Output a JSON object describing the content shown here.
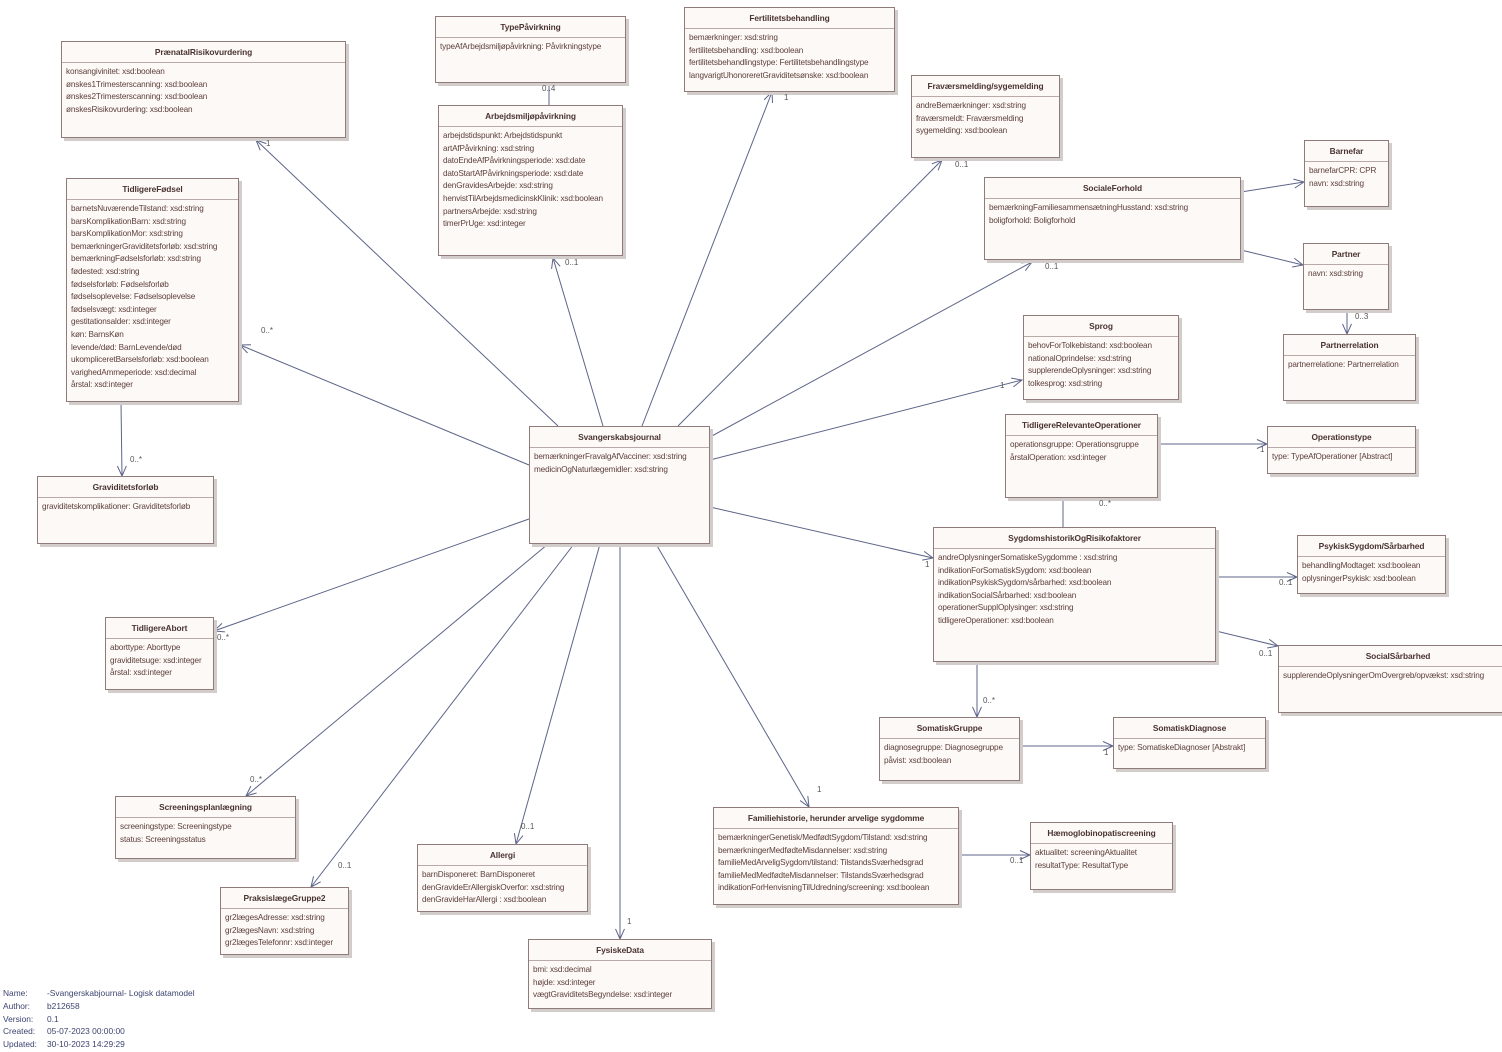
{
  "classes": [
    {
      "id": "praenatal",
      "name": "PrænatalRisikovurdering",
      "attrs": [
        "konsangivinitet: xsd:boolean",
        "ønskes1Trimesterscanning: xsd:boolean",
        "ønskes2Trimesterscanning: xsd:boolean",
        "ønskesRisikovurdering: xsd:boolean"
      ]
    },
    {
      "id": "typepaavirkning",
      "name": "TypePåvirkning",
      "attrs": [
        "typeAfArbejdsmiljøpåvirkning: Påvirkningstype"
      ]
    },
    {
      "id": "arbejdsmiljo",
      "name": "Arbejdsmiljøpåvirkning",
      "attrs": [
        "arbejdstidspunkt: Arbejdstidspunkt",
        "artAfPåvirkning: xsd:string",
        "datoEndeAfPåvirkningsperiode: xsd:date",
        "datoStartAfPåvirkningsperiode: xsd:date",
        "denGravidesArbejde: xsd:string",
        "henvistTilArbejdsmedicinskKlinik: xsd:boolean",
        "partnersArbejde: xsd:string",
        "timerPrUge: xsd:integer"
      ]
    },
    {
      "id": "fertilitet",
      "name": "Fertilitetsbehandling",
      "attrs": [
        "bemærkninger: xsd:string",
        "fertilitetsbehandling: xsd:boolean",
        "fertilitetsbehandlingstype: Fertilitetsbehandlingstype",
        "langvarigtUhonoreretGraviditetsønske: xsd:boolean"
      ]
    },
    {
      "id": "fravaer",
      "name": "Fraværsmelding/sygemelding",
      "attrs": [
        "andreBemærkninger: xsd:string",
        "fraværsmeldt: Fraværsmelding",
        "sygemelding: xsd:boolean"
      ]
    },
    {
      "id": "barnefar",
      "name": "Barnefar",
      "attrs": [
        "barnefarCPR: CPR",
        "navn: xsd:string"
      ]
    },
    {
      "id": "sociale",
      "name": "SocialeForhold",
      "attrs": [
        "bemærkningFamiliesammensætningHusstand: xsd:string",
        "boligforhold: Boligforhold"
      ]
    },
    {
      "id": "partner",
      "name": "Partner",
      "attrs": [
        "navn: xsd:string"
      ]
    },
    {
      "id": "partnerrelation",
      "name": "Partnerrelation",
      "attrs": [
        "partnerrelatione: Partnerrelation"
      ]
    },
    {
      "id": "sprog",
      "name": "Sprog",
      "attrs": [
        "behovForTolkebistand: xsd:boolean",
        "nationalOprindelse: xsd:string",
        "supplerendeOplysninger: xsd:string",
        "tolkesprog: xsd:string"
      ]
    },
    {
      "id": "tidligerefodsel",
      "name": "TidligereFødsel",
      "attrs": [
        "barnetsNuværendeTilstand: xsd:string",
        "barsKomplikationBarn: xsd:string",
        "barsKomplikationMor: xsd:string",
        "bemærkningerGraviditetsforløb: xsd:string",
        "bemærkningFødselsforløb: xsd:string",
        "fødested: xsd:string",
        "fødselsforløb: Fødselsforløb",
        "fødselsoplevelse: Fødselsoplevelse",
        "fødselsvægt: xsd:integer",
        "gestitationsalder: xsd:integer",
        "køn: BarnsKøn",
        "levende/død: BarnLevende/død",
        "ukompliceretBarselsforløb: xsd:boolean",
        "varighedAmmeperiode: xsd:decimal",
        "årstal: xsd:integer"
      ]
    },
    {
      "id": "graviditetsforlob",
      "name": "Graviditetsforløb",
      "attrs": [
        "graviditetskomplikationer: Graviditetsforløb"
      ]
    },
    {
      "id": "svangerskabsjournal",
      "name": "Svangerskabsjournal",
      "attrs": [
        "bemærkningerFravalgAfVacciner: xsd:string",
        "medicinOgNaturlægemidler: xsd:string"
      ]
    },
    {
      "id": "tidligereoperationer",
      "name": "TidligereRelevanteOperationer",
      "attrs": [
        "operationsgruppe: Operationsgruppe",
        "årstalOperation: xsd:integer"
      ]
    },
    {
      "id": "operationstype",
      "name": "Operationstype",
      "attrs": [
        "type: TypeAfOperationer [Abstract]"
      ]
    },
    {
      "id": "sygdomshistorik",
      "name": "SygdomshistorikOgRisikofaktorer",
      "attrs": [
        "andreOplysningerSomatiskeSygdomme : xsd:string",
        "indikationForSomatiskSygdom: xsd:boolean",
        "indikationPsykiskSygdom/sårbarhed: xsd:boolean",
        "indikationSocialSårbarhed: xsd:boolean",
        "operationerSupplOplysinger: xsd:string",
        "tidligereOperationer: xsd:boolean"
      ]
    },
    {
      "id": "psykisk",
      "name": "PsykiskSygdom/Sårbarhed",
      "attrs": [
        "behandlingModtaget: xsd:boolean",
        "oplysningerPsykisk: xsd:boolean"
      ]
    },
    {
      "id": "socialsaarbarhed",
      "name": "SocialSårbarhed",
      "attrs": [
        "supplerendeOplysningerOmOvergreb/opvækst: xsd:string"
      ]
    },
    {
      "id": "tidligereabort",
      "name": "TidligereAbort",
      "attrs": [
        "aborttype: Aborttype",
        "graviditetsuge: xsd:integer",
        "årstal: xsd:integer"
      ]
    },
    {
      "id": "somatiskgruppe",
      "name": "SomatiskGruppe",
      "attrs": [
        "diagnosegruppe: Diagnosegruppe",
        "påvist: xsd:boolean"
      ]
    },
    {
      "id": "somatiskdiagnose",
      "name": "SomatiskDiagnose",
      "attrs": [
        "type: SomatiskeDiagnoser [Abstrakt]"
      ]
    },
    {
      "id": "screening",
      "name": "Screeningsplanlægning",
      "attrs": [
        "screeningstype: Screeningstype",
        "status: Screeningsstatus"
      ]
    },
    {
      "id": "familiehistorie",
      "name": "Familiehistorie, herunder arvelige sygdomme",
      "attrs": [
        "bemærkningerGenetisk/MedfødtSygdom/Tilstand: xsd:string",
        "bemærkningerMedfødteMisdannelser: xsd:string",
        "familieMedArveligSygdom/tilstand: TilstandsSværhedsgrad",
        "familieMedMedfødteMisdannelser: TilstandsSværhedsgrad",
        "indikationForHenvisningTilUdredning/screening: xsd:boolean"
      ]
    },
    {
      "id": "haemoglobin",
      "name": "Hæmoglobinopatiscreening",
      "attrs": [
        "aktualitet: screeningAktualitet",
        "resultatType: ResultatType"
      ]
    },
    {
      "id": "praksislaege",
      "name": "PraksislægeGruppe2",
      "attrs": [
        "gr2lægesAdresse: xsd:string",
        "gr2lægesNavn: xsd:string",
        "gr2lægesTelefonnr: xsd:integer"
      ]
    },
    {
      "id": "allergi",
      "name": "Allergi",
      "attrs": [
        "barnDisponeret: BarnDisponeret",
        "denGravideErAllergiskOverfor: xsd:string",
        "denGravideHarAllergi : xsd:boolean"
      ]
    },
    {
      "id": "fysiskedata",
      "name": "FysiskeData",
      "attrs": [
        "bmi: xsd:decimal",
        "højde: xsd:integer",
        "vægtGraviditetsBegyndelse: xsd:integer"
      ]
    }
  ],
  "associations": [
    {
      "from": "svangerskabsjournal",
      "to": "praenatal",
      "multiplicity": "1"
    },
    {
      "from": "svangerskabsjournal",
      "to": "arbejdsmiljo",
      "multiplicity": "0..1"
    },
    {
      "from": "typepaavirkning",
      "to": "arbejdsmiljo",
      "multiplicity": "0..4"
    },
    {
      "from": "svangerskabsjournal",
      "to": "fertilitet",
      "multiplicity": "1"
    },
    {
      "from": "svangerskabsjournal",
      "to": "fravaer",
      "multiplicity": "0..1"
    },
    {
      "from": "svangerskabsjournal",
      "to": "sociale",
      "multiplicity": "0..1"
    },
    {
      "from": "svangerskabsjournal",
      "to": "sprog",
      "multiplicity": "1"
    },
    {
      "from": "sociale",
      "to": "barnefar",
      "multiplicity": ""
    },
    {
      "from": "sociale",
      "to": "partner",
      "multiplicity": ""
    },
    {
      "from": "partner",
      "to": "partnerrelation",
      "multiplicity": "0..3"
    },
    {
      "from": "svangerskabsjournal",
      "to": "tidligerefodsel",
      "multiplicity": "0..*"
    },
    {
      "from": "tidligerefodsel",
      "to": "graviditetsforlob",
      "multiplicity": "0..*"
    },
    {
      "from": "svangerskabsjournal",
      "to": "sygdomshistorik",
      "multiplicity": "1"
    },
    {
      "from": "tidligereoperationer",
      "to": "operationstype",
      "multiplicity": "1"
    },
    {
      "from": "tidligereoperationer",
      "to": "sygdomshistorik",
      "multiplicity": "0..*"
    },
    {
      "from": "sygdomshistorik",
      "to": "psykisk",
      "multiplicity": "0..1"
    },
    {
      "from": "sygdomshistorik",
      "to": "socialsaarbarhed",
      "multiplicity": "0..1"
    },
    {
      "from": "sygdomshistorik",
      "to": "somatiskgruppe",
      "multiplicity": "0..*"
    },
    {
      "from": "somatiskgruppe",
      "to": "somatiskdiagnose",
      "multiplicity": "1"
    },
    {
      "from": "svangerskabsjournal",
      "to": "tidligereabort",
      "multiplicity": "0..*"
    },
    {
      "from": "svangerskabsjournal",
      "to": "screening",
      "multiplicity": "0..*"
    },
    {
      "from": "svangerskabsjournal",
      "to": "praksislaege",
      "multiplicity": "0..1"
    },
    {
      "from": "svangerskabsjournal",
      "to": "allergi",
      "multiplicity": "0..1"
    },
    {
      "from": "svangerskabsjournal",
      "to": "fysiskedata",
      "multiplicity": "1"
    },
    {
      "from": "svangerskabsjournal",
      "to": "familiehistorie",
      "multiplicity": "1"
    },
    {
      "from": "familiehistorie",
      "to": "haemoglobin",
      "multiplicity": "0..1"
    }
  ],
  "footer": {
    "name_label": "Name:",
    "name": "-Svangerskabjournal- Logisk datamodel",
    "author_label": "Author:",
    "author": "b212658",
    "version_label": "Version:",
    "version": "0.1",
    "created_label": "Created:",
    "created": "05-07-2023 00:00:00",
    "updated_label": "Updated:",
    "updated": "30-10-2023 14:29:29"
  },
  "colors": {
    "line": "#5d6488",
    "box_fill": "#fdf9f6",
    "box_border": "#8f7b79"
  }
}
